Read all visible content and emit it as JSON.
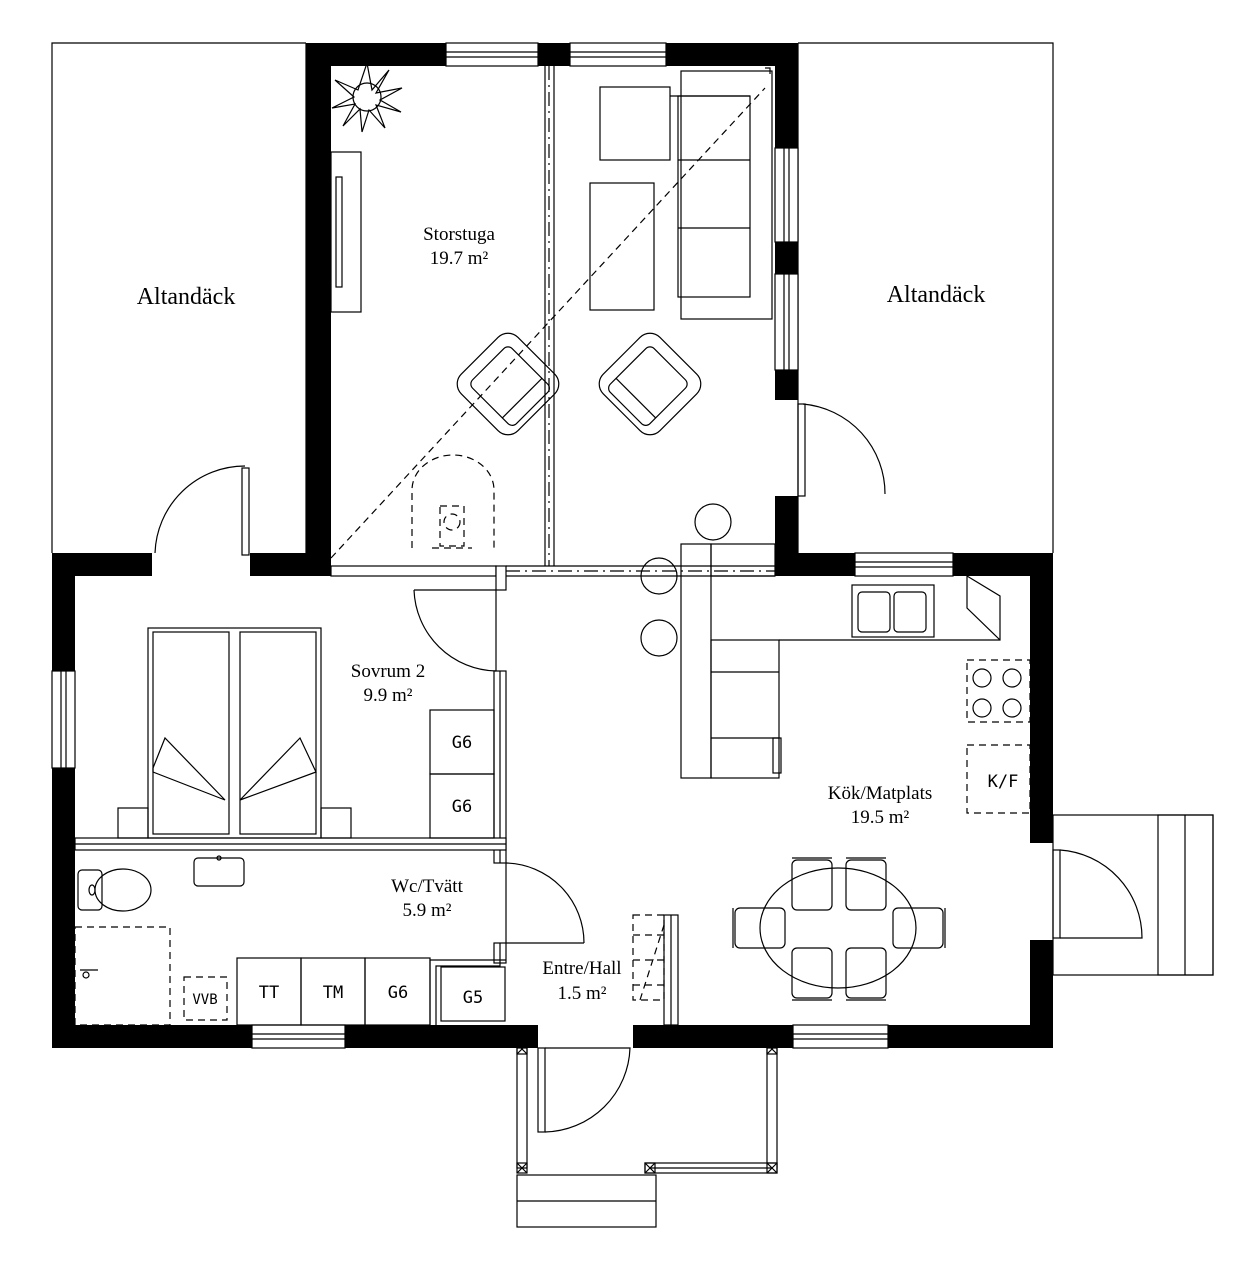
{
  "rooms": {
    "altan_left": {
      "name": "Altandäck"
    },
    "altan_right": {
      "name": "Altandäck"
    },
    "storstuga": {
      "name": "Storstuga",
      "area": "19.7 m²"
    },
    "sovrum2": {
      "name": "Sovrum 2",
      "area": "9.9 m²"
    },
    "wc_tvatt": {
      "name": "Wc/Tvätt",
      "area": "5.9 m²"
    },
    "entre_hall": {
      "name": "Entre/Hall",
      "area": "1.5 m²"
    },
    "kok_matplats": {
      "name": "Kök/Matplats",
      "area": "19.5 m²"
    }
  },
  "fixtures": {
    "wardrobe_1": "G6",
    "wardrobe_2": "G6",
    "dryer": "TT",
    "washer": "TM",
    "wardrobe_3": "G6",
    "wardrobe_4": "G5",
    "water_heater": "VVB",
    "fridge_freezer": "K/F"
  },
  "colors": {
    "wall": "#000000",
    "line": "#000000",
    "background": "#ffffff"
  }
}
